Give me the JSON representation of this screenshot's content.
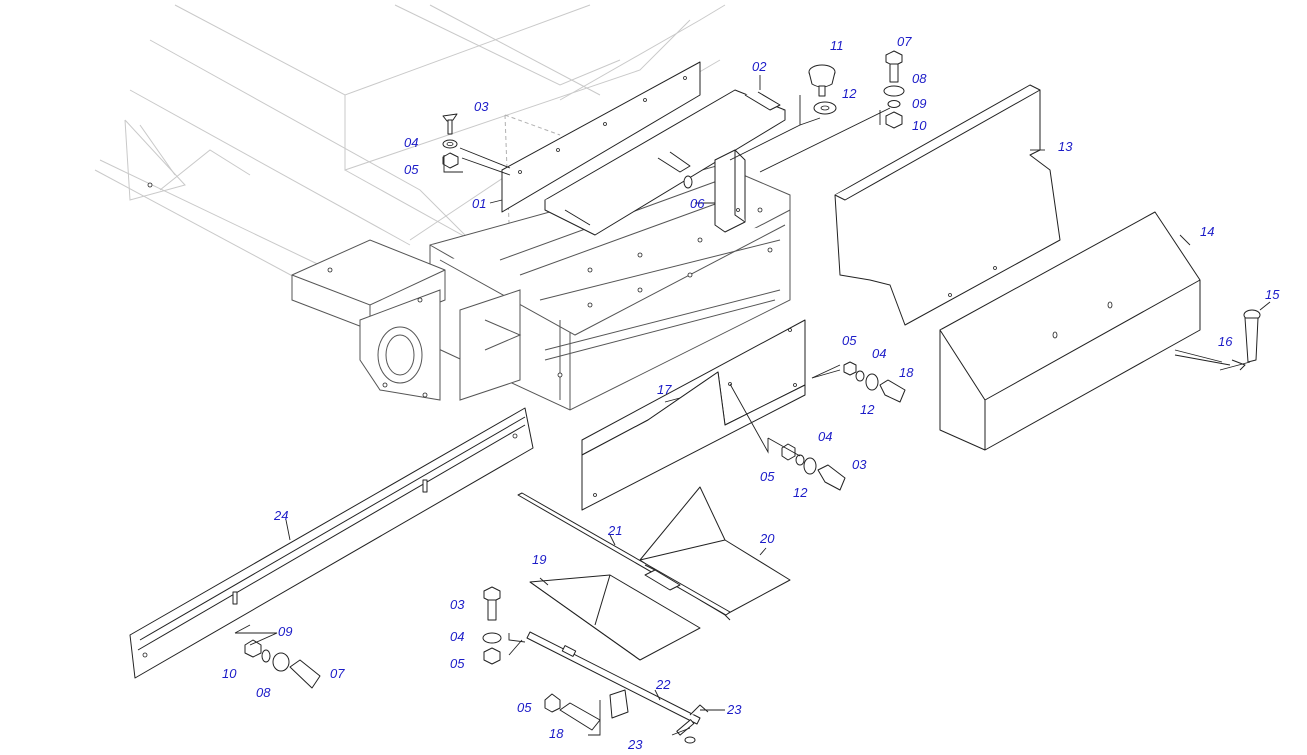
{
  "diagram": {
    "label_color": "#1c1cc8",
    "callouts": [
      "01",
      "02",
      "03",
      "04",
      "05",
      "06",
      "07",
      "08",
      "09",
      "10",
      "11",
      "12",
      "13",
      "14",
      "15",
      "16",
      "17",
      "18",
      "19",
      "20",
      "21",
      "22",
      "23",
      "24"
    ]
  }
}
